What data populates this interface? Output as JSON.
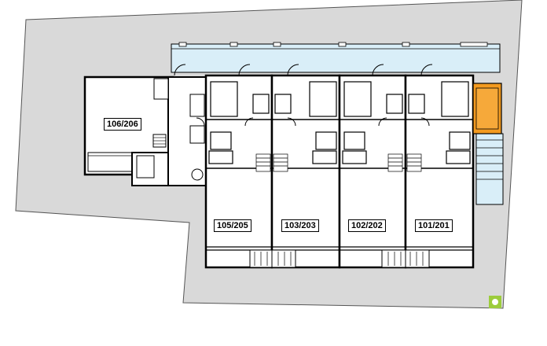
{
  "units": [
    {
      "id": "u106",
      "label": "106/206"
    },
    {
      "id": "u105",
      "label": "105/205"
    },
    {
      "id": "u103",
      "label": "103/203"
    },
    {
      "id": "u102",
      "label": "102/202"
    },
    {
      "id": "u101",
      "label": "101/201"
    }
  ],
  "colors": {
    "site": "#d9d9d9",
    "corridor": "#d9eef8",
    "stair": "#f39a1f",
    "lines": "#000000",
    "mark": "#9ccc3c"
  },
  "icons": {
    "compass": "green-circle-mark"
  }
}
